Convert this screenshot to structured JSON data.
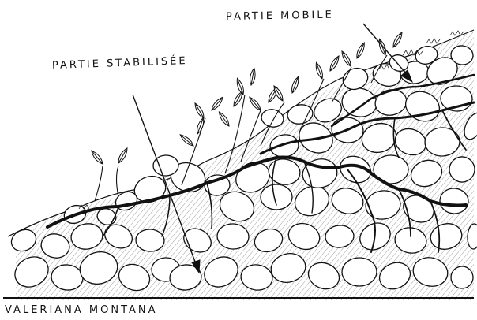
{
  "labels": {
    "mobile_part": "PARTIE MOBILE",
    "stabilised_part": "PARTIE STABILISÉE",
    "species": "VALERIANA MONTANA"
  },
  "colors": {
    "ink": "#111111",
    "paper": "#ffffff",
    "hatch": "#888888"
  },
  "scene": {
    "subject": "scree-slope-with-roots",
    "icons": [
      "stone-icon",
      "root-icon",
      "leaf-icon",
      "pointer-arrow-icon"
    ]
  }
}
